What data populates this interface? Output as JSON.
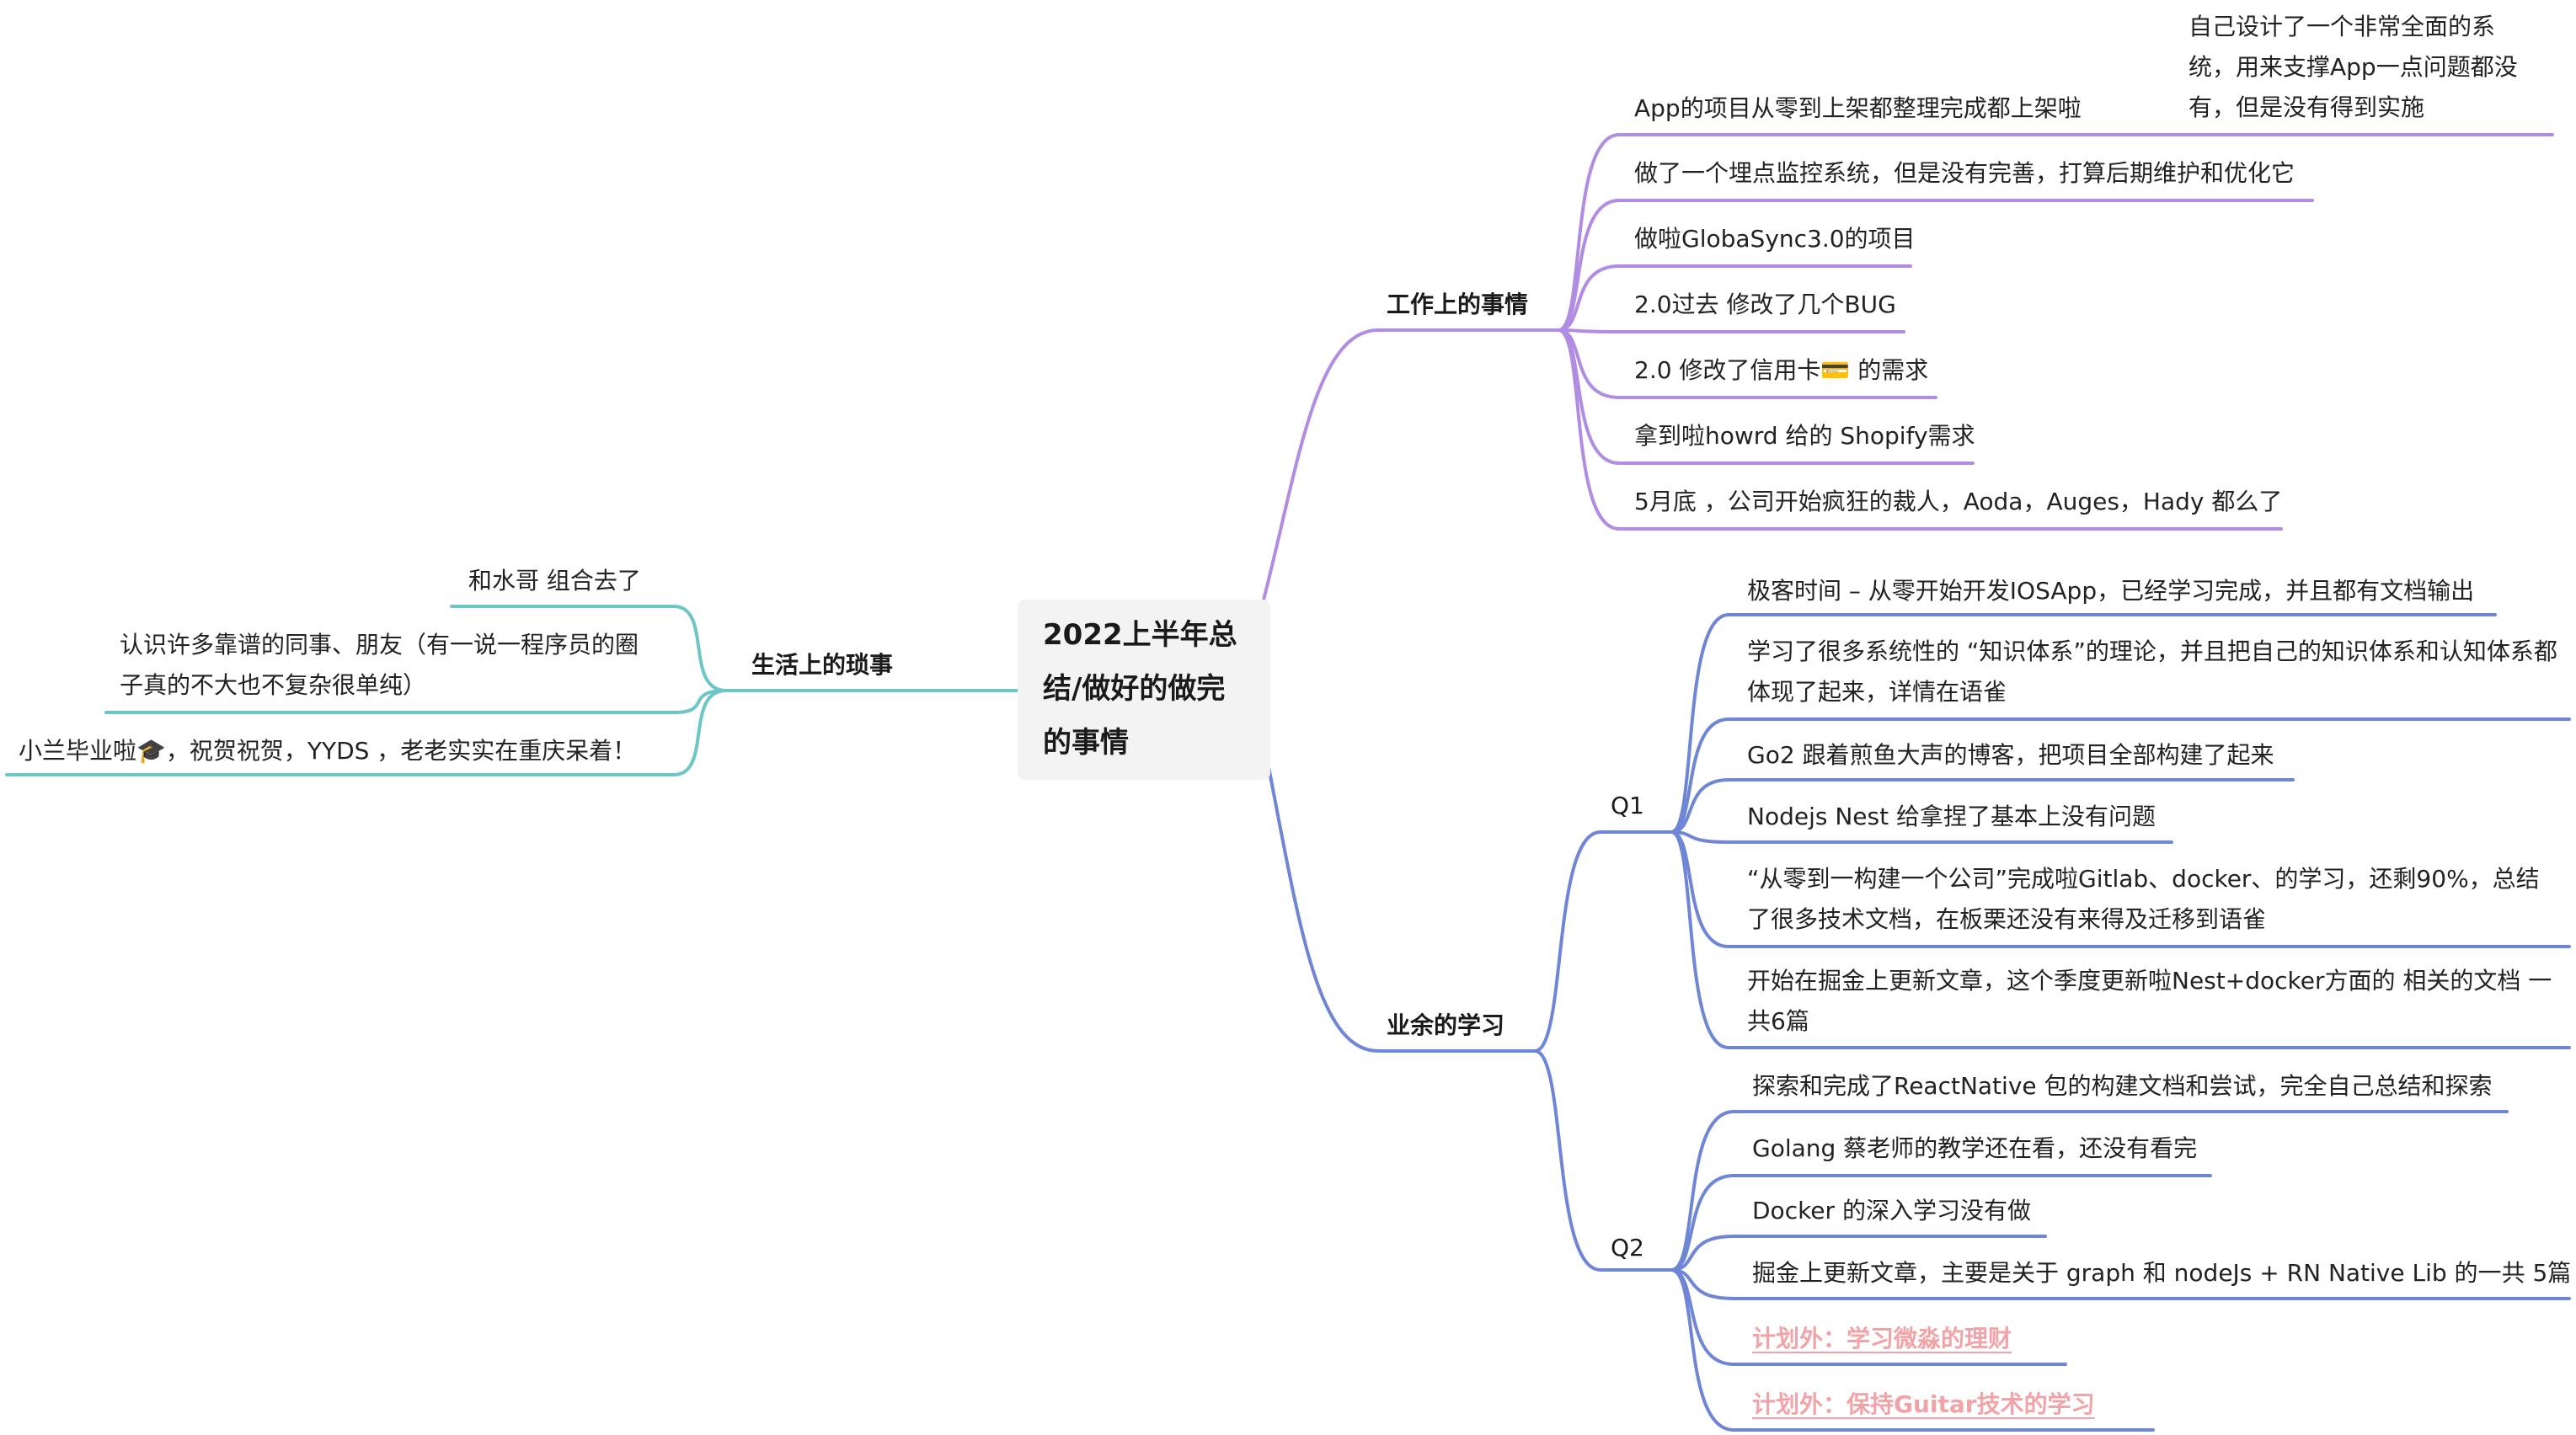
{
  "palette": {
    "work": "#b18ce3",
    "study": "#6f86d6",
    "life": "#6cc6c6",
    "plan_text": "#f2a3a7",
    "root_bg": "#f3f3f3"
  },
  "root": {
    "label": "2022上半年总结/做好的做完的事情"
  },
  "work": {
    "label": "工作上的事情",
    "items": [
      {
        "label": "App的项目从零到上架都整理完成都上架啦",
        "note": "自己设计了一个非常全面的系统，用来支撑App一点问题都没有，但是没有得到实施"
      },
      {
        "label": "做了一个埋点监控系统，但是没有完善，打算后期维护和优化它"
      },
      {
        "label": "做啦GlobaSync3.0的项目"
      },
      {
        "label": "2.0过去 修改了几个BUG"
      },
      {
        "label": "2.0 修改了信用卡💳 的需求"
      },
      {
        "label": "拿到啦howrd 给的 Shopify需求"
      },
      {
        "label": "5月底 ，公司开始疯狂的裁人，Aoda，Auges，Hady 都么了"
      }
    ]
  },
  "study": {
    "label": "业余的学习",
    "q1": {
      "label": "Q1",
      "items": [
        "极客时间 – 从零开始开发IOSApp，已经学习完成，并且都有文档输出",
        "学习了很多系统性的 “知识体系”的理论，并且把自己的知识体系和认知体系都体现了起来，详情在语雀",
        "Go2 跟着煎鱼大声的博客，把项目全部构建了起来",
        "Nodejs Nest 给拿捏了基本上没有问题",
        "“从零到一构建一个公司”完成啦Gitlab、docker、的学习，还剩90%，总结了很多技术文档，在板栗还没有来得及迁移到语雀",
        "开始在掘金上更新文章，这个季度更新啦Nest+docker方面的 相关的文档 一共6篇"
      ]
    },
    "q2": {
      "label": "Q2",
      "items": [
        "探索和完成了ReactNative 包的构建文档和尝试，完全自己总结和探索",
        "Golang 蔡老师的教学还在看，还没有看完",
        "Docker 的深入学习没有做",
        "掘金上更新文章，主要是关于 graph 和 nodeJs + RN Native Lib 的一共 5篇"
      ],
      "plans": [
        "计划外：学习微淼的理财",
        "计划外：保持Guitar技术的学习"
      ]
    }
  },
  "life": {
    "label": "生活上的琐事",
    "items": [
      "和水哥 组合去了",
      "认识许多靠谱的同事、朋友（有一说一程序员的圈子真的不大也不复杂很单纯）",
      "小兰毕业啦🎓，祝贺祝贺，YYDS ，老老实实在重庆呆着！"
    ]
  }
}
